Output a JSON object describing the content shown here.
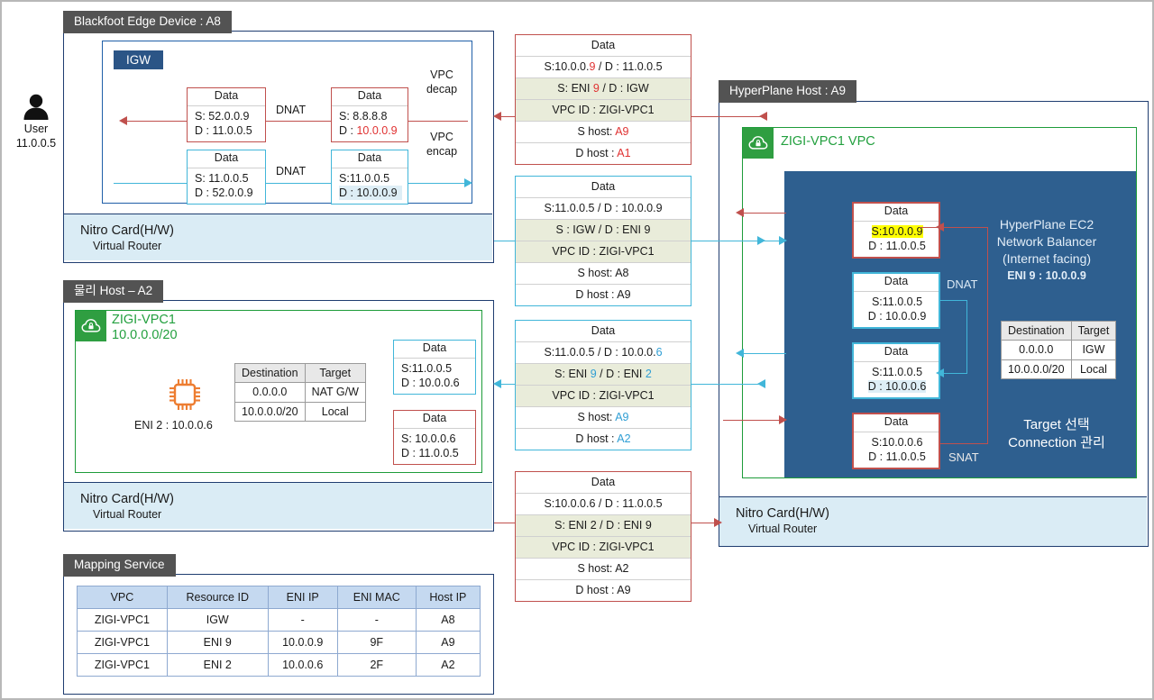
{
  "user": {
    "icon": "person-icon",
    "label": "User",
    "ip": "11.0.0.5"
  },
  "sections": {
    "blackfoot": "Blackfoot Edge Device : A8",
    "physical_host": "물리 Host – A2",
    "mapping_service": "Mapping Service",
    "hyperplane": "HyperPlane Host : A9"
  },
  "nitro": {
    "line1": "Nitro Card(H/W)",
    "line2": "Virtual Router"
  },
  "blackfoot": {
    "igw_label": "IGW",
    "dnat_top": "DNAT",
    "dnat_bottom": "DNAT",
    "vpc_decap_l1": "VPC",
    "vpc_decap_l2": "decap",
    "vpc_encap_l1": "VPC",
    "vpc_encap_l2": "encap",
    "packets": [
      {
        "head": "Data",
        "src": "S: 52.0.0.9",
        "dst": "D : 11.0.0.5",
        "color": "red"
      },
      {
        "head": "Data",
        "src": "S: 8.8.8.8",
        "dst_prefix": "D : ",
        "dst_hi": "10.0.0.9",
        "color": "red"
      },
      {
        "head": "Data",
        "src": "S: 11.0.0.5",
        "dst": "D : 52.0.0.9",
        "color": "blue"
      },
      {
        "head": "Data",
        "src": "S:11.0.0.5",
        "dst_hl": "D : 10.0.0.9",
        "color": "blue"
      }
    ]
  },
  "physical_host": {
    "vpc_name": "ZIGI-VPC1",
    "vpc_cidr": "10.0.0.0/20",
    "eni_label": "ENI 2 : 10.0.0.6",
    "eni_icon": "chip-icon",
    "route_table": {
      "headers": [
        "Destination",
        "Target"
      ],
      "rows": [
        [
          "0.0.0.0",
          "NAT G/W"
        ],
        [
          "10.0.0.0/20",
          "Local"
        ]
      ]
    },
    "packets": [
      {
        "head": "Data",
        "src": "S:11.0.0.5",
        "dst": "D : 10.0.0.6",
        "color": "blue"
      },
      {
        "head": "Data",
        "src": "S: 10.0.0.6",
        "dst": "D : 11.0.0.5",
        "color": "red"
      }
    ]
  },
  "mapping_table": {
    "headers": [
      "VPC",
      "Resource ID",
      "ENI IP",
      "ENI MAC",
      "Host IP"
    ],
    "rows": [
      [
        "ZIGI-VPC1",
        "IGW",
        "-",
        "-",
        "A8"
      ],
      [
        "ZIGI-VPC1",
        "ENI 9",
        "10.0.0.9",
        "9F",
        "A9"
      ],
      [
        "ZIGI-VPC1",
        "ENI 2",
        "10.0.0.6",
        "2F",
        "A2"
      ]
    ]
  },
  "hyperplane": {
    "vpc_name": "ZIGI-VPC1 VPC",
    "balancer_l1": "HyperPlane EC2",
    "balancer_l2": "Network Balancer",
    "balancer_l3": "(Internet facing)",
    "balancer_eni": "ENI 9 : 10.0.0.9",
    "dnat_label": "DNAT",
    "snat_label": "SNAT",
    "footer_l1": "Target 선택",
    "footer_l2": "Connection 관리",
    "route_table": {
      "headers": [
        "Destination",
        "Target"
      ],
      "rows": [
        [
          "0.0.0.0",
          "IGW"
        ],
        [
          "10.0.0.0/20",
          "Local"
        ]
      ]
    },
    "packets": [
      {
        "head": "Data",
        "src_hl": "S:10.0.0.9",
        "dst": "D : 11.0.0.5",
        "color": "red"
      },
      {
        "head": "Data",
        "src": "S:11.0.0.5",
        "dst": "D : 10.0.0.9",
        "color": "blue"
      },
      {
        "head": "Data",
        "src": "S:11.0.0.5",
        "dst_hl": "D : 10.0.0.6",
        "color": "blue"
      },
      {
        "head": "Data",
        "src": "S:10.0.0.6",
        "dst": "D : 11.0.0.5",
        "color": "red"
      }
    ]
  },
  "packet_details": [
    {
      "color": "red",
      "rows": [
        {
          "text": "Data"
        },
        {
          "pre": "S:10.0.0.",
          "hi": "9",
          "post": " / D : 11.0.0.5",
          "hi_color": "red"
        },
        {
          "pre": "S: ENI ",
          "hi": "9",
          "post": " / D : IGW",
          "hi_color": "red",
          "shade": true
        },
        {
          "text": "VPC ID : ZIGI-VPC1",
          "shade": true
        },
        {
          "pre": "S host: ",
          "hi": "A9",
          "post": "",
          "hi_color": "red"
        },
        {
          "pre": "D host : ",
          "hi": "A1",
          "post": "",
          "hi_color": "red"
        }
      ]
    },
    {
      "color": "blue",
      "rows": [
        {
          "text": "Data"
        },
        {
          "text": "S:11.0.0.5 / D : 10.0.0.9"
        },
        {
          "text": "S : IGW / D : ENI 9",
          "shade": true
        },
        {
          "text": "VPC ID : ZIGI-VPC1",
          "shade": true
        },
        {
          "text": "S host: A8"
        },
        {
          "text": "D host : A9"
        }
      ]
    },
    {
      "color": "blue",
      "rows": [
        {
          "text": "Data"
        },
        {
          "pre": "S:11.0.0.5 / D : 10.0.0.",
          "hi": "6",
          "post": "",
          "hi_color": "blue"
        },
        {
          "pre": "S: ENI ",
          "hi": "9",
          "mid": " / D : ENI ",
          "hi2": "2",
          "post": "",
          "hi_color": "blue",
          "shade": true
        },
        {
          "text": "VPC ID : ZIGI-VPC1",
          "shade": true
        },
        {
          "pre": "S host: ",
          "hi": "A9",
          "post": "",
          "hi_color": "blue"
        },
        {
          "pre": "D host : ",
          "hi": "A2",
          "post": "",
          "hi_color": "blue"
        }
      ]
    },
    {
      "color": "red",
      "rows": [
        {
          "text": "Data"
        },
        {
          "text": "S:10.0.0.6 / D : 11.0.0.5"
        },
        {
          "text": "S: ENI 2 / D : ENI 9",
          "shade": true
        },
        {
          "text": "VPC ID : ZIGI-VPC1",
          "shade": true
        },
        {
          "text": "S host: A2"
        },
        {
          "text": "D host : A9"
        }
      ]
    }
  ],
  "colors": {
    "red": "#c0504d",
    "blue": "#41b6d9",
    "green": "#1e9c3a",
    "navy": "#1f3d70",
    "plane": "#2e5f8f",
    "header_gray": "#535353",
    "nitro_bg": "#daecf5",
    "shade": "#e9ecda",
    "highlight": "#ffff00"
  }
}
